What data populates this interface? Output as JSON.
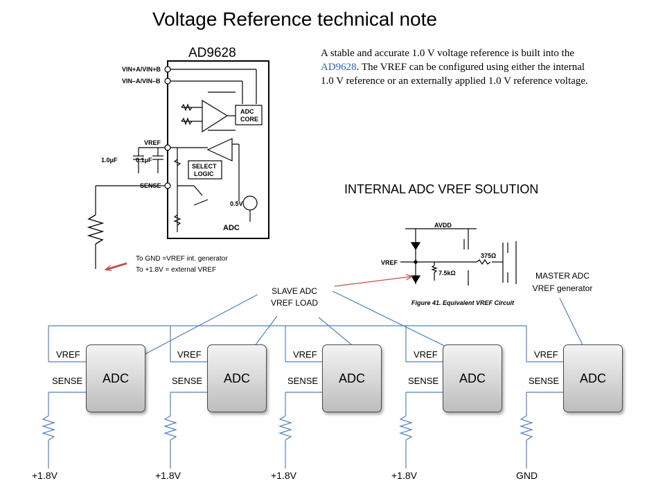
{
  "title": "Voltage Reference technical note",
  "chip_label": "AD9628",
  "description": {
    "line1": "A stable and accurate 1.0 V voltage reference is built into the",
    "link": "AD9628",
    "line2": ". The VREF can be configured using either the internal",
    "line3": "1.0 V reference or an externally applied 1.0 V reference voltage."
  },
  "schematic": {
    "vin_plus": "VIN+A/VIN+B",
    "vin_minus": "VIN–A/VIN–B",
    "adc_core_1": "ADC",
    "adc_core_2": "CORE",
    "vref": "VREF",
    "cap1": "1.0μF",
    "cap2": "0.1μF",
    "select_1": "SELECT",
    "select_2": "LOGIC",
    "sense": "SENSE",
    "half_volt": "0.5V",
    "adc": "ADC"
  },
  "sense_note": {
    "line1": "To GND  =VREF int. generator",
    "line2": "To +1.8V = external VREF"
  },
  "internal_solution_title": "INTERNAL ADC VREF SOLUTION",
  "vref_circuit": {
    "avdd": "AVDD",
    "vref": "VREF",
    "r1": "375Ω",
    "r2": "7.5kΩ",
    "caption": "Figure 41. Equivalent VREF Circuit"
  },
  "slave_label": {
    "line1": "SLAVE ADC",
    "line2": "VREF LOAD"
  },
  "master_label": {
    "line1": "MASTER ADC",
    "line2": "VREF generator"
  },
  "adc_blocks": [
    {
      "label": "ADC",
      "vref": "VREF",
      "sense": "SENSE",
      "rail": "+1.8V"
    },
    {
      "label": "ADC",
      "vref": "VREF",
      "sense": "SENSE",
      "rail": "+1.8V"
    },
    {
      "label": "ADC",
      "vref": "VREF",
      "sense": "SENSE",
      "rail": "+1.8V"
    },
    {
      "label": "ADC",
      "vref": "VREF",
      "sense": "SENSE",
      "rail": "+1.8V"
    },
    {
      "label": "ADC",
      "vref": "VREF",
      "sense": "SENSE",
      "rail": "GND"
    }
  ],
  "colors": {
    "arrow_blue": "#4f81bd",
    "arrow_red": "#c0504d",
    "link_blue": "#2a62b8"
  }
}
